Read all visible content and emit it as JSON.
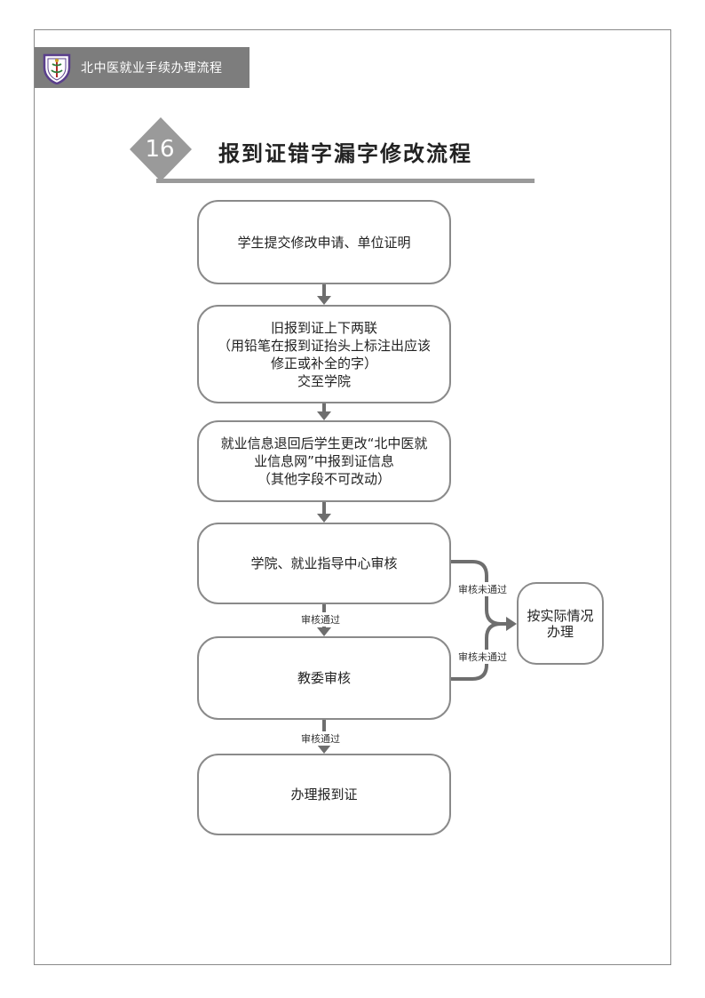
{
  "header": {
    "title": "北中医就业手续办理流程",
    "logo_icon": "university-shield-logo"
  },
  "section": {
    "number": "16",
    "title": "报到证错字漏字修改流程"
  },
  "flow": {
    "steps": [
      {
        "id": "submit",
        "text": "学生提交修改申请、单位证明"
      },
      {
        "id": "old-cert",
        "text": "旧报到证上下两联\n（用铅笔在报到证抬头上标注出应该\n修正或补全的字）\n交至学院"
      },
      {
        "id": "update-info",
        "text": "就业信息退回后学生更改“北中医就\n业信息网”中报到证信息\n（其他字段不可改动）"
      },
      {
        "id": "college-review",
        "text": "学院、就业指导中心审核"
      },
      {
        "id": "edu-review",
        "text": "教委审核"
      },
      {
        "id": "issue",
        "text": "办理报到证"
      }
    ],
    "side_node": {
      "id": "handle",
      "text": "按实际情况\n办理"
    },
    "edge_labels": {
      "pass_1": "审核通过",
      "pass_2": "审核通过",
      "fail_1": "审核未通过",
      "fail_2": "审核未通过"
    }
  },
  "colors": {
    "header_bg": "#7d7d7d",
    "border": "#8a8a8a",
    "arrow": "#6e6e6e",
    "diamond": "#9a9a9a"
  }
}
